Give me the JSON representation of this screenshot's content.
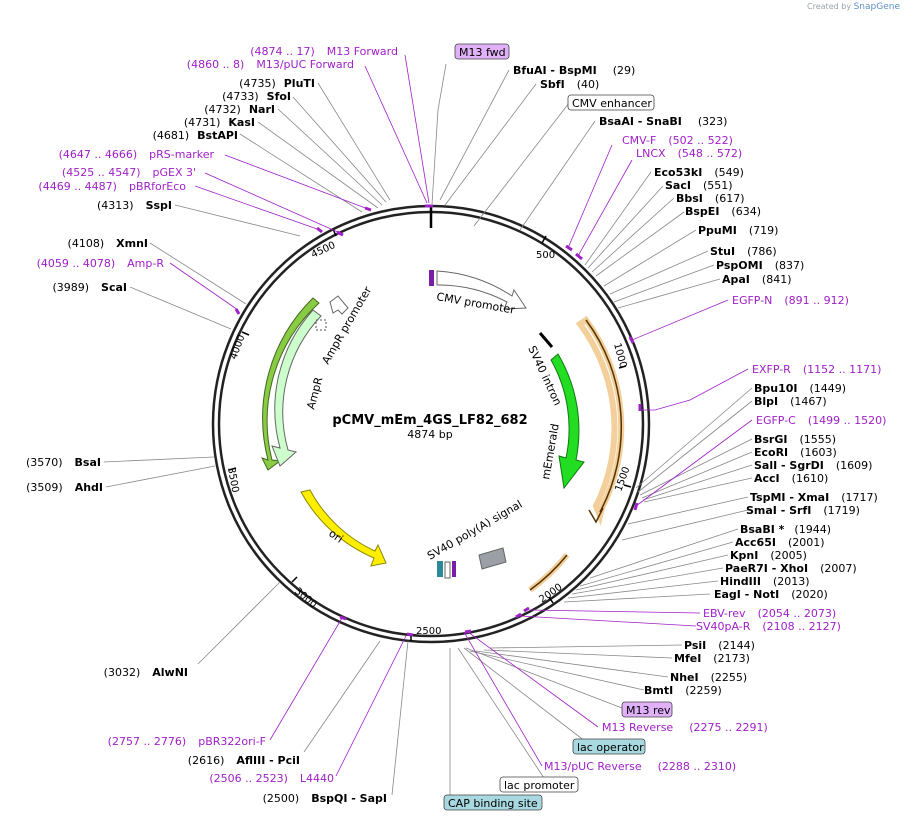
{
  "credit": {
    "prefix": "Created by",
    "brand": "SnapGene"
  },
  "plasmid": {
    "name": "pCMV_mEm_4GS_LF82_682",
    "length": "4874 bp"
  },
  "ticks": [
    "500",
    "1000",
    "1500",
    "2000",
    "2500",
    "3000",
    "3500",
    "4000",
    "4500"
  ],
  "features": {
    "cmv_promoter": "CMV promoter",
    "sv40_intron": "SV40 intron",
    "memerald": "mEmerald",
    "sv40_polya": "SV40 poly(A) signal",
    "ori": "ori",
    "ampr": "AmpR",
    "ampr_promoter": "AmpR promoter"
  },
  "feature_boxes": {
    "m13_fwd": "M13 fwd",
    "cmv_enhancer": "CMV enhancer",
    "m13_rev": "M13 rev",
    "lac_operator": "lac operator",
    "lac_promoter": "lac promoter",
    "cap_site": "CAP binding site"
  },
  "right_labels": [
    {
      "name": "BfuAI  - BspMI",
      "pos": "(29)"
    },
    {
      "name": "SbfI",
      "pos": "(40)"
    },
    {
      "name": "BsaAI  - SnaBI",
      "pos": "(323)"
    },
    {
      "name": "Eco53kI",
      "pos": "(549)"
    },
    {
      "name": "SacI",
      "pos": "(551)"
    },
    {
      "name": "BbsI",
      "pos": "(617)"
    },
    {
      "name": "BspEI",
      "pos": "(634)"
    },
    {
      "name": "PpuMI",
      "pos": "(719)"
    },
    {
      "name": "StuI",
      "pos": "(786)"
    },
    {
      "name": "PspOMI",
      "pos": "(837)"
    },
    {
      "name": "ApaI",
      "pos": "(841)"
    },
    {
      "name": "Bpu10I",
      "pos": "(1449)"
    },
    {
      "name": "BlpI",
      "pos": "(1467)"
    },
    {
      "name": "BsrGI",
      "pos": "(1555)"
    },
    {
      "name": "EcoRI",
      "pos": "(1603)"
    },
    {
      "name": "SalI  - SgrDI",
      "pos": "(1609)"
    },
    {
      "name": "AccI",
      "pos": "(1610)"
    },
    {
      "name": "TspMI  - XmaI",
      "pos": "(1717)"
    },
    {
      "name": "SmaI  - SrfI",
      "pos": "(1719)"
    },
    {
      "name": "BsaBI *",
      "pos": "(1944)"
    },
    {
      "name": "Acc65I",
      "pos": "(2001)"
    },
    {
      "name": "KpnI",
      "pos": "(2005)"
    },
    {
      "name": "PaeR7I  - XhoI",
      "pos": "(2007)"
    },
    {
      "name": "HindIII",
      "pos": "(2013)"
    },
    {
      "name": "EagI  - NotI",
      "pos": "(2020)"
    },
    {
      "name": "PsiI",
      "pos": "(2144)"
    },
    {
      "name": "MfeI",
      "pos": "(2173)"
    },
    {
      "name": "NheI",
      "pos": "(2255)"
    },
    {
      "name": "BmtI",
      "pos": "(2259)"
    }
  ],
  "right_primers": [
    {
      "name": "CMV-F",
      "pos": "(502 .. 522)"
    },
    {
      "name": "LNCX",
      "pos": "(548 .. 572)"
    },
    {
      "name": "EGFP-N",
      "pos": "(891 .. 912)"
    },
    {
      "name": "EXFP-R",
      "pos": "(1152 .. 1171)"
    },
    {
      "name": "EGFP-C",
      "pos": "(1499 .. 1520)"
    },
    {
      "name": "EBV-rev",
      "pos": "(2054 .. 2073)"
    },
    {
      "name": "SV40pA-R",
      "pos": "(2108 .. 2127)"
    },
    {
      "name": "M13 Reverse",
      "pos": "(2275 .. 2291)"
    },
    {
      "name": "M13/pUC Reverse",
      "pos": "(2288 .. 2310)"
    }
  ],
  "left_labels": [
    {
      "pos": "(4735)",
      "name": "PluTI"
    },
    {
      "pos": "(4733)",
      "name": "SfoI"
    },
    {
      "pos": "(4732)",
      "name": "NarI"
    },
    {
      "pos": "(4731)",
      "name": "KasI"
    },
    {
      "pos": "(4681)",
      "name": "BstAPI"
    },
    {
      "pos": "(4313)",
      "name": "SspI"
    },
    {
      "pos": "(4108)",
      "name": "XmnI"
    },
    {
      "pos": "(3989)",
      "name": "ScaI"
    },
    {
      "pos": "(3570)",
      "name": "BsaI"
    },
    {
      "pos": "(3509)",
      "name": "AhdI"
    },
    {
      "pos": "(3032)",
      "name": "AlwNI"
    },
    {
      "pos": "(2616)",
      "name": "AflIII  - PciI"
    },
    {
      "pos": "(2500)",
      "name": "BspQI  - SapI"
    }
  ],
  "left_primers": [
    {
      "pos": "(4874 .. 17)",
      "name": "M13 Forward"
    },
    {
      "pos": "(4860 .. 8)",
      "name": "M13/pUC Forward"
    },
    {
      "pos": "(4647 .. 4666)",
      "name": "pRS-marker"
    },
    {
      "pos": "(4525 .. 4547)",
      "name": "pGEX 3'"
    },
    {
      "pos": "(4469 .. 4487)",
      "name": "pBRforEco"
    },
    {
      "pos": "(4059 .. 4078)",
      "name": "Amp-R"
    },
    {
      "pos": "(2757 .. 2776)",
      "name": "pBR322ori-F"
    },
    {
      "pos": "(2506 .. 2523)",
      "name": "L4440"
    }
  ],
  "colors": {
    "primer": "#a020c8",
    "backbone": "#222222",
    "memerald": "#22dd22",
    "ori": "#ffee00",
    "ampr": "#ccffcc",
    "polya": "#9aa0a6",
    "cds_outline": "#e8a848",
    "feature_box_purple": "#e0b0f8",
    "feature_box_blue": "#a8d8e0"
  }
}
